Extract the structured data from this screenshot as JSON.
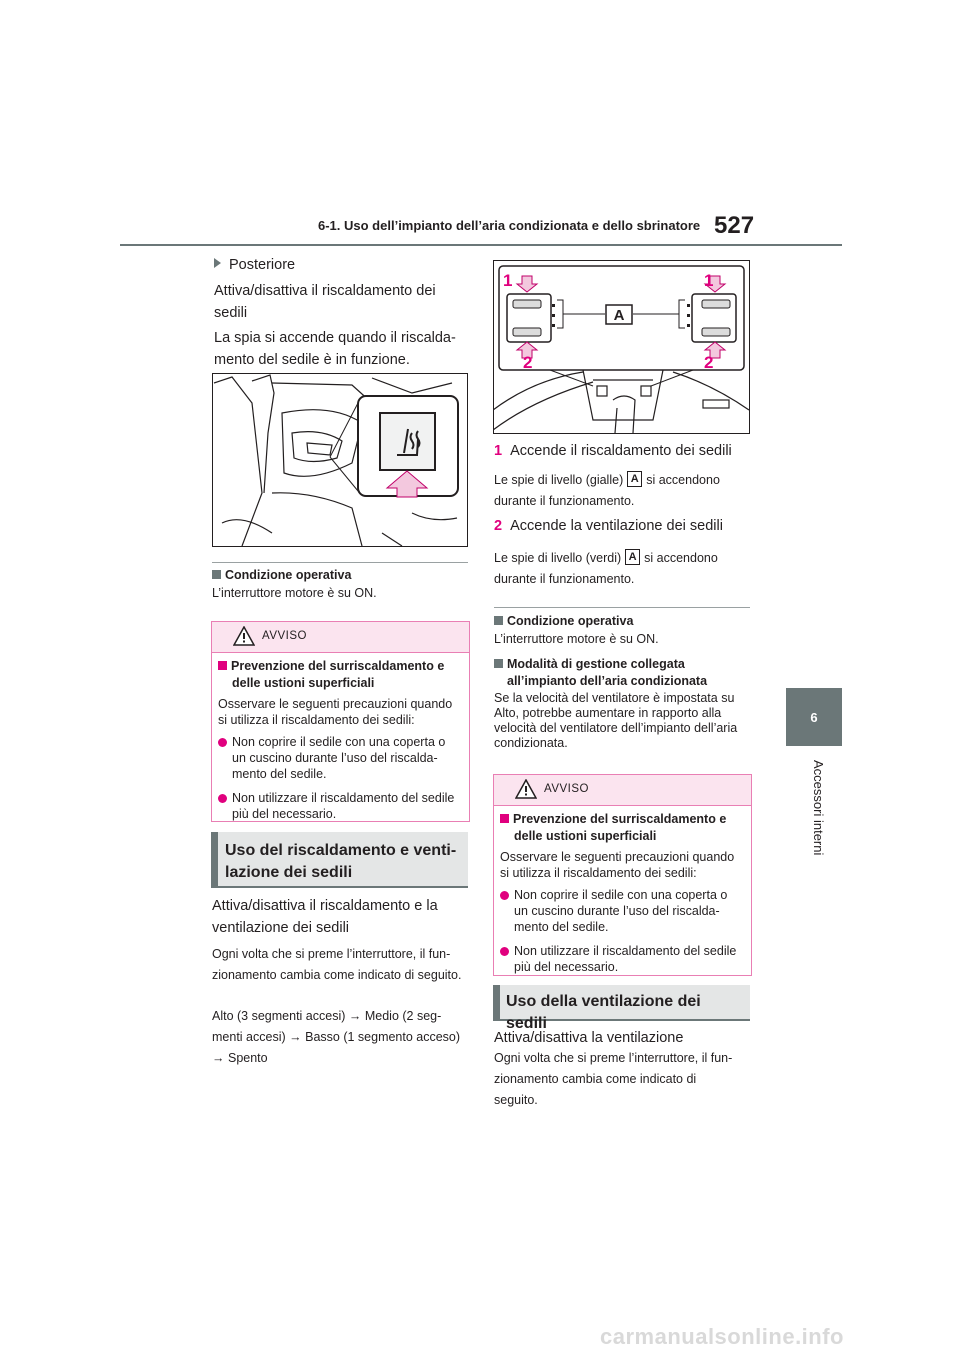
{
  "header": {
    "title": "6-1. Uso dell’impianto dell’aria condizionata e dello sbrinatore",
    "page_number": "527"
  },
  "side_tab": {
    "chapter_number": "6",
    "chapter_label": "Accessori interni"
  },
  "left": {
    "rear_heading": "Posteriore",
    "rear_p1": "Attiva/disattiva il riscaldamento dei sedili",
    "rear_p2": "La spia si accende quando il riscalda-mento del sedile è in funzione.",
    "cond1_head": "Condizione operativa",
    "cond1_text": "L’interruttore motore è su ON.",
    "warning1": {
      "title": "AVVISO",
      "sub_head": "Prevenzione del surriscaldamento e delle ustioni superficiali",
      "intro": "Osservare le seguenti precauzioni quando si utilizza il riscaldamento dei sedili:",
      "bullet1": "Non coprire il sedile con una coperta o un cuscino durante l’uso del riscalda-mento del sedile.",
      "bullet2": "Non utilizzare il riscaldamento del sedile più del necessario."
    },
    "section_title": "Uso del riscaldamento e venti-lazione dei sedili",
    "sec_p1": "Attiva/disattiva il riscaldamento e la ventilazione dei sedili",
    "sec_p2": "Ogni volta che si preme l’interruttore, il fun-zionamento cambia come indicato di seguito.",
    "sec_p3_a": "Alto (3 segmenti accesi)",
    "sec_p3_b": "Medio (2 seg-menti accesi)",
    "sec_p3_c": "Basso (1 segmento acceso)",
    "sec_p3_d": "Spento",
    "arrow": "→"
  },
  "right": {
    "figure_labels": {
      "one": "1",
      "two": "2",
      "a": "A"
    },
    "item1_num": "1",
    "item1_text": "Accende il riscaldamento dei sedili",
    "item1_note_a": "Le spie di livello (gialle)",
    "item1_note_b": "si accendono durante il funzionamento.",
    "item2_num": "2",
    "item2_text": "Accende la ventilazione dei sedili",
    "item2_note_a": "Le spie di livello (verdi)",
    "item2_note_b": "si accendono durante il funzionamento.",
    "boxA": "A",
    "cond2_head": "Condizione operativa",
    "cond2_text": "L’interruttore motore è su ON.",
    "mode_head": "Modalità di gestione collegata all’impianto dell’aria condizionata",
    "mode_text": "Se la velocità del ventilatore è impostata su Alto, potrebbe aumentare in rapporto alla velocità del ventilatore dell’impianto dell’aria condizionata.",
    "warning2": {
      "title": "AVVISO",
      "sub_head": "Prevenzione del surriscaldamento e delle ustioni superficiali",
      "intro": "Osservare le seguenti precauzioni quando si utilizza il riscaldamento dei sedili:",
      "bullet1": "Non coprire il sedile con una coperta o un cuscino durante l’uso del riscalda-mento del sedile.",
      "bullet2": "Non utilizzare il riscaldamento del sedile più del necessario."
    },
    "section_title": "Uso della ventilazione dei sedili",
    "vent_p1": "Attiva/disattiva la ventilazione",
    "vent_p2": "Ogni volta che si preme l’interruttore, il fun-zionamento cambia come indicato di seguito."
  },
  "watermark": "carmanualsonline.info",
  "colors": {
    "accent_pink": "#e0007e",
    "warning_bg": "#fbe4ef",
    "tab_gray": "#6b7778"
  }
}
